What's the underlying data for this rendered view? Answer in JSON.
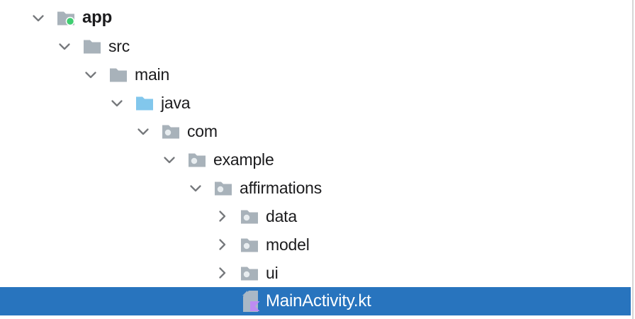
{
  "colors": {
    "selection": "#2874BE",
    "text": "#1B1B1D",
    "selected_text": "#FFFFFF",
    "border": "#D5D5D5",
    "folder": "#A8B2BA",
    "java_folder": "#82C7EC",
    "package_dot": "#E8EDF0",
    "green_dot": "#3FCE71",
    "kotlin_purple": "#BD8CF2",
    "file_gray": "#A9B8C6",
    "chevron": "#76797C"
  },
  "tree": {
    "rows": [
      {
        "label": "app",
        "depth": 0,
        "icon": "module-folder",
        "state": "expanded",
        "bold": true,
        "selected": false
      },
      {
        "label": "src",
        "depth": 1,
        "icon": "folder",
        "state": "expanded",
        "bold": false,
        "selected": false
      },
      {
        "label": "main",
        "depth": 2,
        "icon": "folder",
        "state": "expanded",
        "bold": false,
        "selected": false
      },
      {
        "label": "java",
        "depth": 3,
        "icon": "source-folder",
        "state": "expanded",
        "bold": false,
        "selected": false
      },
      {
        "label": "com",
        "depth": 4,
        "icon": "package",
        "state": "expanded",
        "bold": false,
        "selected": false
      },
      {
        "label": "example",
        "depth": 5,
        "icon": "package",
        "state": "expanded",
        "bold": false,
        "selected": false
      },
      {
        "label": "affirmations",
        "depth": 6,
        "icon": "package",
        "state": "expanded",
        "bold": false,
        "selected": false
      },
      {
        "label": "data",
        "depth": 7,
        "icon": "package",
        "state": "collapsed",
        "bold": false,
        "selected": false
      },
      {
        "label": "model",
        "depth": 7,
        "icon": "package",
        "state": "collapsed",
        "bold": false,
        "selected": false
      },
      {
        "label": "ui",
        "depth": 7,
        "icon": "package",
        "state": "collapsed",
        "bold": false,
        "selected": false
      },
      {
        "label": "MainActivity.kt",
        "depth": 7,
        "icon": "kotlin-file",
        "state": "leaf",
        "bold": false,
        "selected": true
      }
    ]
  }
}
